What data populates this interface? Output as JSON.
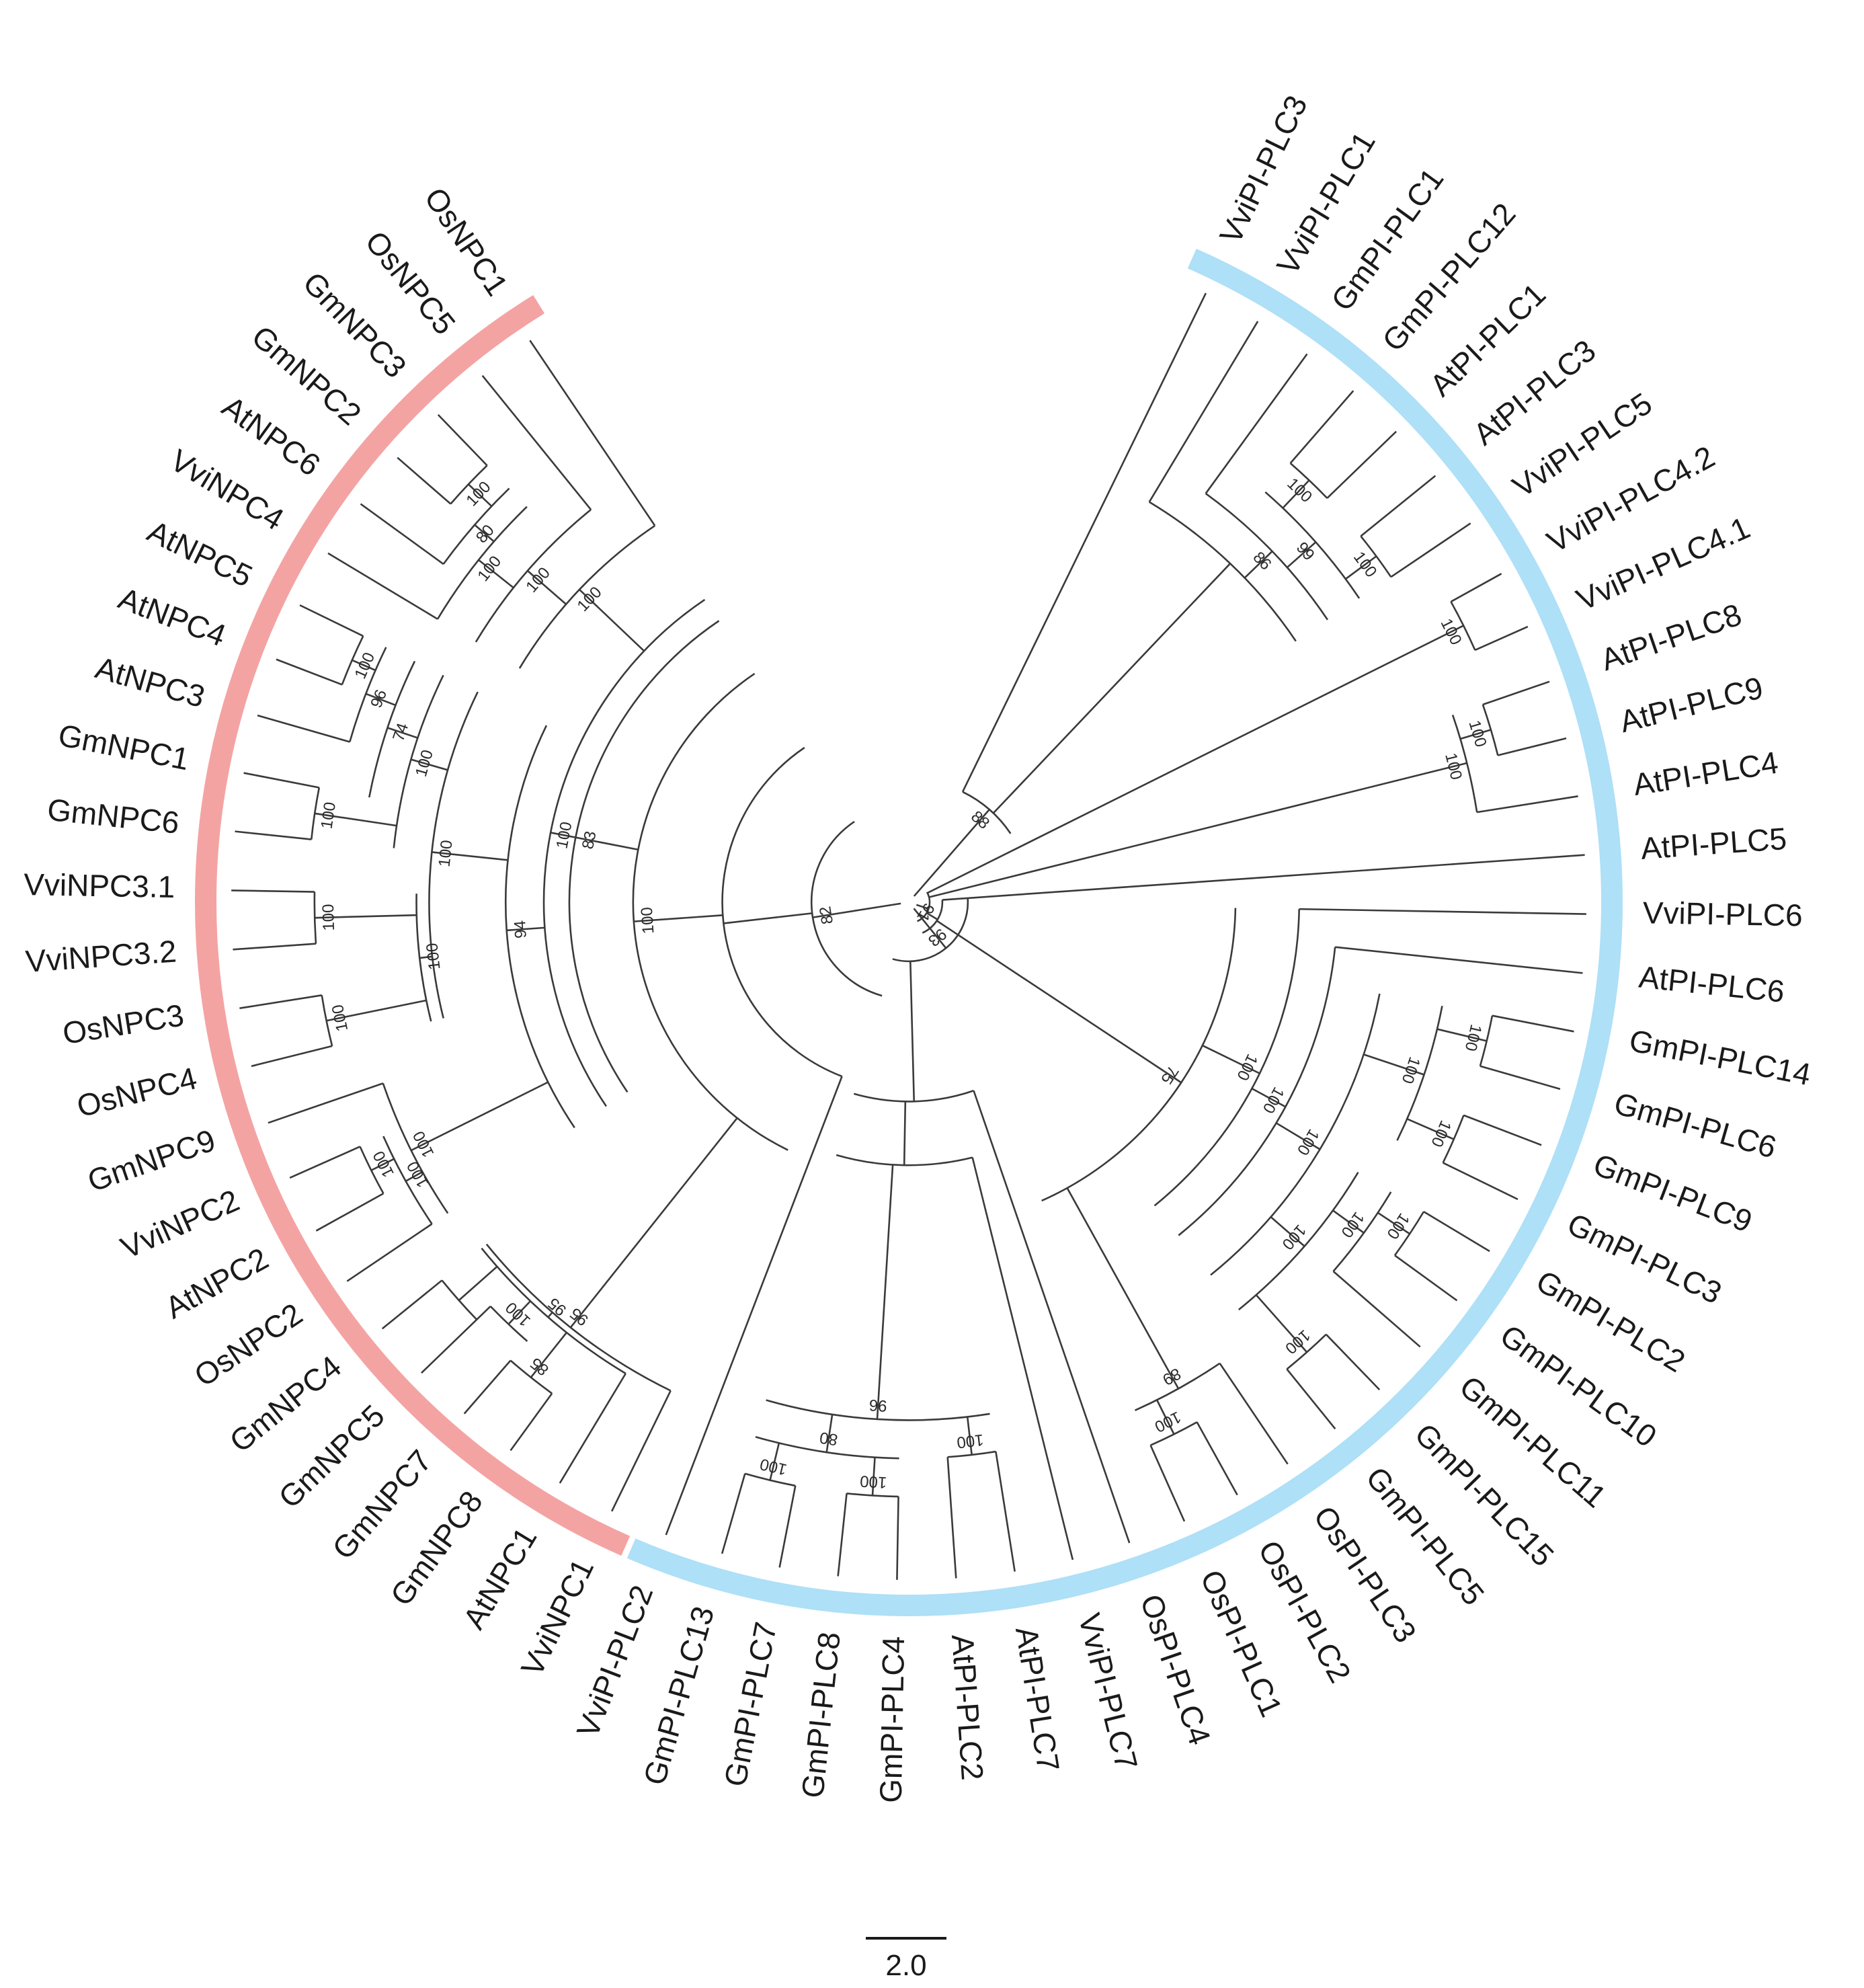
{
  "colors": {
    "npc_ring": "#f4a3a3",
    "pi_plc_ring": "#aee0f7",
    "branch": "#3a3a3a",
    "text": "#1a1a1a"
  },
  "leaves": [
    {
      "name": "VviPI-PLC3",
      "group": "pi_plc"
    },
    {
      "name": "VviPI-PLC1",
      "group": "pi_plc"
    },
    {
      "name": "GmPI-PLC1",
      "group": "pi_plc"
    },
    {
      "name": "GmPI-PLC12",
      "group": "pi_plc"
    },
    {
      "name": "AtPI-PLC1",
      "group": "pi_plc"
    },
    {
      "name": "AtPI-PLC3",
      "group": "pi_plc"
    },
    {
      "name": "VviPI-PLC5",
      "group": "pi_plc"
    },
    {
      "name": "VviPI-PLC4.2",
      "group": "pi_plc"
    },
    {
      "name": "VviPI-PLC4.1",
      "group": "pi_plc"
    },
    {
      "name": "AtPI-PLC8",
      "group": "pi_plc"
    },
    {
      "name": "AtPI-PLC9",
      "group": "pi_plc"
    },
    {
      "name": "AtPI-PLC4",
      "group": "pi_plc"
    },
    {
      "name": "AtPI-PLC5",
      "group": "pi_plc"
    },
    {
      "name": "VviPI-PLC6",
      "group": "pi_plc"
    },
    {
      "name": "AtPI-PLC6",
      "group": "pi_plc"
    },
    {
      "name": "GmPI-PLC14",
      "group": "pi_plc"
    },
    {
      "name": "GmPI-PLC6",
      "group": "pi_plc"
    },
    {
      "name": "GmPI-PLC9",
      "group": "pi_plc"
    },
    {
      "name": "GmPI-PLC3",
      "group": "pi_plc"
    },
    {
      "name": "GmPI-PLC2",
      "group": "pi_plc"
    },
    {
      "name": "GmPI-PLC10",
      "group": "pi_plc"
    },
    {
      "name": "GmPI-PLC11",
      "group": "pi_plc"
    },
    {
      "name": "GmPI-PLC15",
      "group": "pi_plc"
    },
    {
      "name": "GmPI-PLC5",
      "group": "pi_plc"
    },
    {
      "name": "OsPI-PLC3",
      "group": "pi_plc"
    },
    {
      "name": "OsPI-PLC2",
      "group": "pi_plc"
    },
    {
      "name": "OsPI-PLC1",
      "group": "pi_plc"
    },
    {
      "name": "OsPI-PLC4",
      "group": "pi_plc"
    },
    {
      "name": "VviPI-PLC7",
      "group": "pi_plc"
    },
    {
      "name": "AtPI-PLC7",
      "group": "pi_plc"
    },
    {
      "name": "AtPI-PLC2",
      "group": "pi_plc"
    },
    {
      "name": "GmPI-PLC4",
      "group": "pi_plc"
    },
    {
      "name": "GmPI-PLC8",
      "group": "pi_plc"
    },
    {
      "name": "GmPI-PLC7",
      "group": "pi_plc"
    },
    {
      "name": "GmPI-PLC13",
      "group": "pi_plc"
    },
    {
      "name": "VviPI-PLC2",
      "group": "pi_plc"
    },
    {
      "name": "VviNPC1",
      "group": "npc"
    },
    {
      "name": "AtNPC1",
      "group": "npc"
    },
    {
      "name": "GmNPC8",
      "group": "npc"
    },
    {
      "name": "GmNPC7",
      "group": "npc"
    },
    {
      "name": "GmNPC5",
      "group": "npc"
    },
    {
      "name": "GmNPC4",
      "group": "npc"
    },
    {
      "name": "OsNPC2",
      "group": "npc"
    },
    {
      "name": "AtNPC2",
      "group": "npc"
    },
    {
      "name": "VviNPC2",
      "group": "npc"
    },
    {
      "name": "GmNPC9",
      "group": "npc"
    },
    {
      "name": "OsNPC4",
      "group": "npc"
    },
    {
      "name": "OsNPC3",
      "group": "npc"
    },
    {
      "name": "VviNPC3.2",
      "group": "npc"
    },
    {
      "name": "VviNPC3.1",
      "group": "npc"
    },
    {
      "name": "GmNPC6",
      "group": "npc"
    },
    {
      "name": "GmNPC1",
      "group": "npc"
    },
    {
      "name": "AtNPC3",
      "group": "npc"
    },
    {
      "name": "AtNPC4",
      "group": "npc"
    },
    {
      "name": "AtNPC5",
      "group": "npc"
    },
    {
      "name": "VviNPC4",
      "group": "npc"
    },
    {
      "name": "AtNPC6",
      "group": "npc"
    },
    {
      "name": "GmNPC2",
      "group": "npc"
    },
    {
      "name": "GmNPC3",
      "group": "npc"
    },
    {
      "name": "OsNPC5",
      "group": "npc"
    },
    {
      "name": "OsNPC1",
      "group": "npc"
    }
  ],
  "clades": [
    {
      "members": [
        "GmPI-PLC12",
        "AtPI-PLC1"
      ],
      "support": "100",
      "depth": 0.9
    },
    {
      "members": [
        "AtPI-PLC3",
        "VviPI-PLC5"
      ],
      "support": "100",
      "depth": 0.9
    },
    {
      "members": [
        "GmPI-PLC12",
        "VviPI-PLC5"
      ],
      "support": "99",
      "depth": 0.84
    },
    {
      "members": [
        "GmPI-PLC1",
        "VviPI-PLC5"
      ],
      "support": "86",
      "depth": 0.78
    },
    {
      "members": [
        "VviPI-PLC1",
        "VviPI-PLC5"
      ],
      "support": "",
      "depth": 0.72
    },
    {
      "members": [
        "VviPI-PLC3",
        "VviPI-PLC5"
      ],
      "support": "88",
      "depth": 0.18
    },
    {
      "members": [
        "VviPI-PLC4.2",
        "VviPI-PLC4.1"
      ],
      "support": "100",
      "depth": 0.96
    },
    {
      "members": [
        "AtPI-PLC8",
        "AtPI-PLC9"
      ],
      "support": "100",
      "depth": 0.94
    },
    {
      "members": [
        "AtPI-PLC8",
        "AtPI-PLC4"
      ],
      "support": "100",
      "depth": 0.89
    },
    {
      "members": [
        "GmPI-PLC14",
        "GmPI-PLC6"
      ],
      "support": "100",
      "depth": 0.92
    },
    {
      "members": [
        "GmPI-PLC9",
        "GmPI-PLC3"
      ],
      "support": "100",
      "depth": 0.92
    },
    {
      "members": [
        "GmPI-PLC14",
        "GmPI-PLC3"
      ],
      "support": "100",
      "depth": 0.84
    },
    {
      "members": [
        "GmPI-PLC2",
        "GmPI-PLC10"
      ],
      "support": "100",
      "depth": 0.93
    },
    {
      "members": [
        "GmPI-PLC2",
        "GmPI-PLC11"
      ],
      "support": "100",
      "depth": 0.87
    },
    {
      "members": [
        "GmPI-PLC15",
        "GmPI-PLC5"
      ],
      "support": "100",
      "depth": 0.93
    },
    {
      "members": [
        "GmPI-PLC2",
        "GmPI-PLC5"
      ],
      "support": "100",
      "depth": 0.81
    },
    {
      "members": [
        "GmPI-PLC14",
        "GmPI-PLC5"
      ],
      "support": "100",
      "depth": 0.74
    },
    {
      "members": [
        "AtPI-PLC6",
        "GmPI-PLC5"
      ],
      "support": "100",
      "depth": 0.66
    },
    {
      "members": [
        "VviPI-PLC6",
        "GmPI-PLC5"
      ],
      "support": "100",
      "depth": 0.6
    },
    {
      "members": [
        "OsPI-PLC2",
        "OsPI-PLC1"
      ],
      "support": "100",
      "depth": 0.92
    },
    {
      "members": [
        "OsPI-PLC3",
        "OsPI-PLC1"
      ],
      "support": "89",
      "depth": 0.86
    },
    {
      "members": [
        "VviPI-PLC6",
        "OsPI-PLC1"
      ],
      "support": "75",
      "depth": 0.5
    },
    {
      "members": [
        "AtPI-PLC5",
        "OsPI-PLC1"
      ],
      "support": "91",
      "depth": 0.04
    },
    {
      "members": [
        "VviPI-PLC4.2",
        "OsPI-PLC1"
      ],
      "support": "",
      "depth": 0.02
    },
    {
      "members": [
        "AtPI-PLC2",
        "AtPI-PLC7"
      ],
      "support": "100",
      "depth": 0.86
    },
    {
      "members": [
        "GmPI-PLC8",
        "GmPI-PLC4"
      ],
      "support": "100",
      "depth": 0.92
    },
    {
      "members": [
        "GmPI-PLC13",
        "GmPI-PLC7"
      ],
      "support": "100",
      "depth": 0.92
    },
    {
      "members": [
        "GmPI-PLC13",
        "GmPI-PLC4"
      ],
      "support": "80",
      "depth": 0.86
    },
    {
      "members": [
        "GmPI-PLC13",
        "AtPI-PLC7"
      ],
      "support": "96",
      "depth": 0.8
    },
    {
      "members": [
        "GmPI-PLC13",
        "VviPI-PLC7"
      ],
      "support": "",
      "depth": 0.4
    },
    {
      "members": [
        "GmPI-PLC13",
        "OsPI-PLC4"
      ],
      "support": "",
      "depth": 0.3
    },
    {
      "members": [
        "GmNPC8",
        "GmNPC7"
      ],
      "support": "85",
      "depth": 0.94
    },
    {
      "members": [
        "GmNPC7",
        "GmNPC5"
      ],
      "support": "100",
      "depth": 0.9
    },
    {
      "members": [
        "GmNPC5",
        "GmNPC4"
      ],
      "support": "",
      "depth": 0.93
    },
    {
      "members": [
        "AtNPC1",
        "GmNPC4"
      ],
      "support": "95",
      "depth": 0.85
    },
    {
      "members": [
        "VviNPC1",
        "GmNPC4"
      ],
      "support": "95",
      "depth": 0.84
    },
    {
      "members": [
        "AtNPC2",
        "VviNPC2"
      ],
      "support": "100",
      "depth": 0.93
    },
    {
      "members": [
        "OsNPC2",
        "GmNPC9"
      ],
      "support": "100",
      "depth": 0.86
    },
    {
      "members": [
        "OsNPC2",
        "VviNPC2"
      ],
      "support": "100",
      "depth": 0.89
    },
    {
      "members": [
        "OsNPC4",
        "OsNPC3"
      ],
      "support": "100",
      "depth": 0.92
    },
    {
      "members": [
        "VviNPC3.2",
        "VviNPC3.1"
      ],
      "support": "100",
      "depth": 0.92
    },
    {
      "members": [
        "OsNPC4",
        "VviNPC3.1"
      ],
      "support": "100",
      "depth": 0.76
    },
    {
      "members": [
        "GmNPC6",
        "GmNPC1"
      ],
      "support": "100",
      "depth": 0.93
    },
    {
      "members": [
        "AtNPC4",
        "AtNPC5"
      ],
      "support": "100",
      "depth": 0.94
    },
    {
      "members": [
        "AtNPC3",
        "AtNPC5"
      ],
      "support": "96",
      "depth": 0.9
    },
    {
      "members": [
        "GmNPC1",
        "AtNPC5"
      ],
      "support": "74",
      "depth": 0.85
    },
    {
      "members": [
        "GmNPC6",
        "AtNPC5"
      ],
      "support": "100",
      "depth": 0.8
    },
    {
      "members": [
        "OsNPC4",
        "AtNPC5"
      ],
      "support": "100",
      "depth": 0.74
    },
    {
      "members": [
        "OsNPC2",
        "AtNPC5"
      ],
      "support": "94",
      "depth": 0.62
    },
    {
      "members": [
        "GmNPC2",
        "GmNPC3"
      ],
      "support": "100",
      "depth": 0.94
    },
    {
      "members": [
        "AtNPC6",
        "GmNPC3"
      ],
      "support": "80",
      "depth": 0.89
    },
    {
      "members": [
        "VviNPC4",
        "GmNPC3"
      ],
      "support": "100",
      "depth": 0.85
    },
    {
      "members": [
        "VviNPC4",
        "OsNPC5"
      ],
      "support": "100",
      "depth": 0.78
    },
    {
      "members": [
        "VviNPC4",
        "OsNPC1"
      ],
      "support": "100",
      "depth": 0.7
    },
    {
      "members": [
        "OsNPC2",
        "OsNPC1"
      ],
      "support": "100",
      "depth": 0.56
    },
    {
      "members": [
        "OsNPC2",
        "OsNPC1",
        "x"
      ],
      "support": "83",
      "depth": 0.52
    },
    {
      "members": [
        "VviNPC1",
        "OsNPC1"
      ],
      "support": "100",
      "depth": 0.42
    },
    {
      "members": [
        "VviPI-PLC2",
        "OsNPC1"
      ],
      "support": "",
      "depth": 0.28
    },
    {
      "members": [
        "GmPI-PLC13",
        "OsNPC1"
      ],
      "support": "82",
      "depth": 0.14
    },
    {
      "members": [
        "AtPI-PLC5",
        "GmPI-PLC13"
      ],
      "support": "93",
      "depth": 0.08
    }
  ],
  "scale_bar": {
    "label": "2.0"
  }
}
